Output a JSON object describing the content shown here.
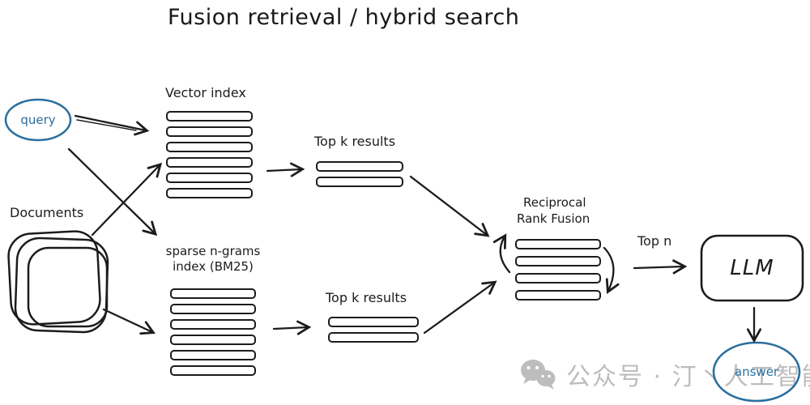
{
  "title": "Fusion retrieval / hybrid search",
  "colors": {
    "ink": "#1c1c1c",
    "accent_blue": "#2b6f9f",
    "watermark_gray": "#bdbdbd"
  },
  "nodes": {
    "query_label": "query",
    "documents_label": "Documents",
    "vector_index_label": "Vector index",
    "sparse_index_label_line1": "sparse n-grams",
    "sparse_index_label_line2": "index (BM25)",
    "top_k_results_upper_label": "Top k results",
    "top_k_results_lower_label": "Top k results",
    "rrf_label_line1": "Reciprocal",
    "rrf_label_line2": "Rank Fusion",
    "top_n_label": "Top n",
    "llm_label": "LLM",
    "answer_label": "answer"
  },
  "stacks": {
    "vector_index_bars": 6,
    "sparse_index_bars": 6,
    "top_k_upper_bars": 2,
    "top_k_lower_bars": 2,
    "rrf_bars": 4
  },
  "edges": [
    {
      "from": "query",
      "to": "vector-index"
    },
    {
      "from": "query",
      "to": "sparse-index"
    },
    {
      "from": "documents",
      "to": "vector-index"
    },
    {
      "from": "documents",
      "to": "sparse-index"
    },
    {
      "from": "vector-index",
      "to": "top-k-results-upper"
    },
    {
      "from": "sparse-index",
      "to": "top-k-results-lower"
    },
    {
      "from": "top-k-results-upper",
      "to": "reciprocal-rank-fusion"
    },
    {
      "from": "top-k-results-lower",
      "to": "reciprocal-rank-fusion"
    },
    {
      "from": "reciprocal-rank-fusion",
      "to": "llm",
      "label": "Top n"
    },
    {
      "from": "llm",
      "to": "answer"
    }
  ],
  "watermark": {
    "icon": "wechat-icon",
    "text": "公众号 · 汀丶人工智能"
  }
}
